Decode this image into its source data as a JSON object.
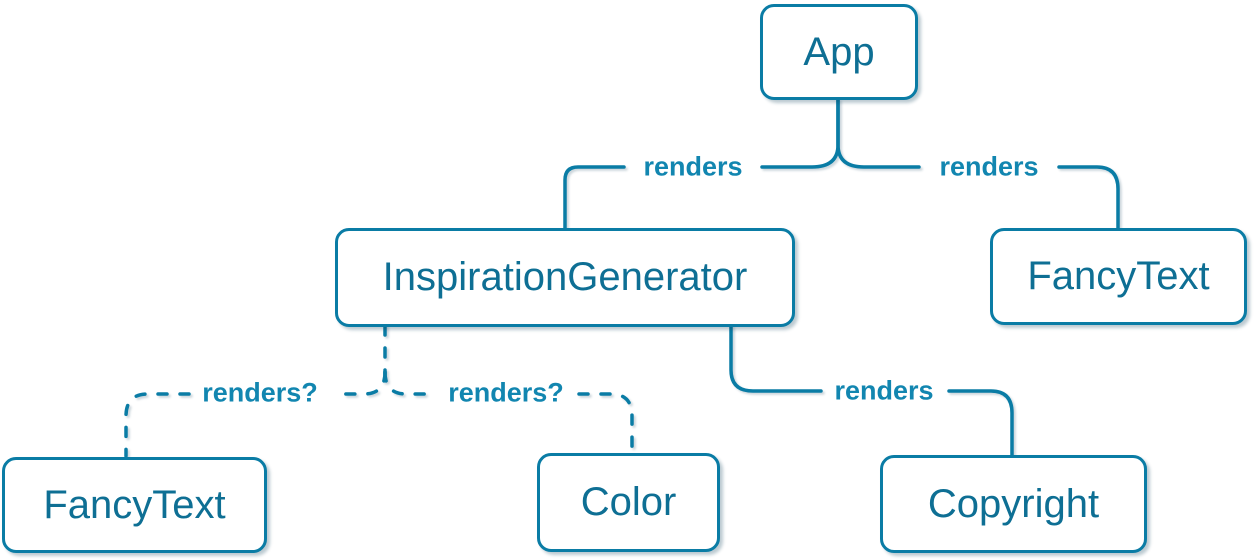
{
  "colors": {
    "stroke": "#0a7ca5",
    "node_text": "#0e6f94",
    "edge_label_text": "#1286b0",
    "node_background": "#ffffff",
    "page_background": "#ffffff"
  },
  "nodes": [
    {
      "id": "app",
      "label": "App"
    },
    {
      "id": "inspiration-generator",
      "label": "InspirationGenerator"
    },
    {
      "id": "fancy-text-top",
      "label": "FancyText"
    },
    {
      "id": "fancy-text-bottom",
      "label": "FancyText"
    },
    {
      "id": "color",
      "label": "Color"
    },
    {
      "id": "copyright",
      "label": "Copyright"
    }
  ],
  "edges": [
    {
      "from": "App",
      "to": "InspirationGenerator",
      "label": "renders",
      "style": "solid"
    },
    {
      "from": "App",
      "to": "FancyText",
      "label": "renders",
      "style": "solid"
    },
    {
      "from": "InspirationGenerator",
      "to": "FancyText",
      "label": "renders?",
      "style": "dashed"
    },
    {
      "from": "InspirationGenerator",
      "to": "Color",
      "label": "renders?",
      "style": "dashed"
    },
    {
      "from": "InspirationGenerator",
      "to": "Copyright",
      "label": "renders",
      "style": "solid"
    }
  ]
}
